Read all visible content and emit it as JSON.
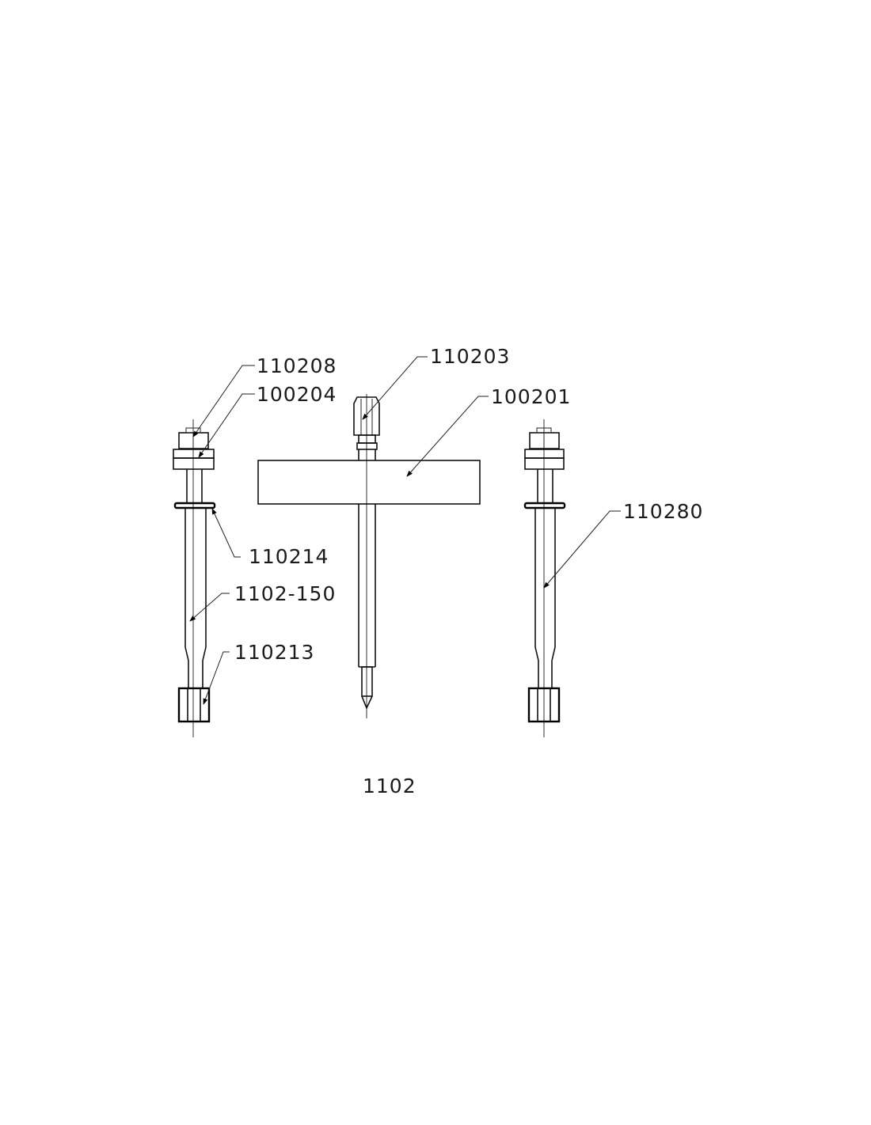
{
  "drawing": {
    "assembly_number": "1102",
    "callouts": [
      {
        "id": "c-110208",
        "text": "110208"
      },
      {
        "id": "c-100204",
        "text": "100204"
      },
      {
        "id": "c-110214",
        "text": "110214"
      },
      {
        "id": "c-1102-150",
        "text": "1102-150"
      },
      {
        "id": "c-110213",
        "text": "110213"
      },
      {
        "id": "c-110203",
        "text": "110203"
      },
      {
        "id": "c-100201",
        "text": "100201"
      },
      {
        "id": "c-110280",
        "text": "110280"
      }
    ]
  }
}
